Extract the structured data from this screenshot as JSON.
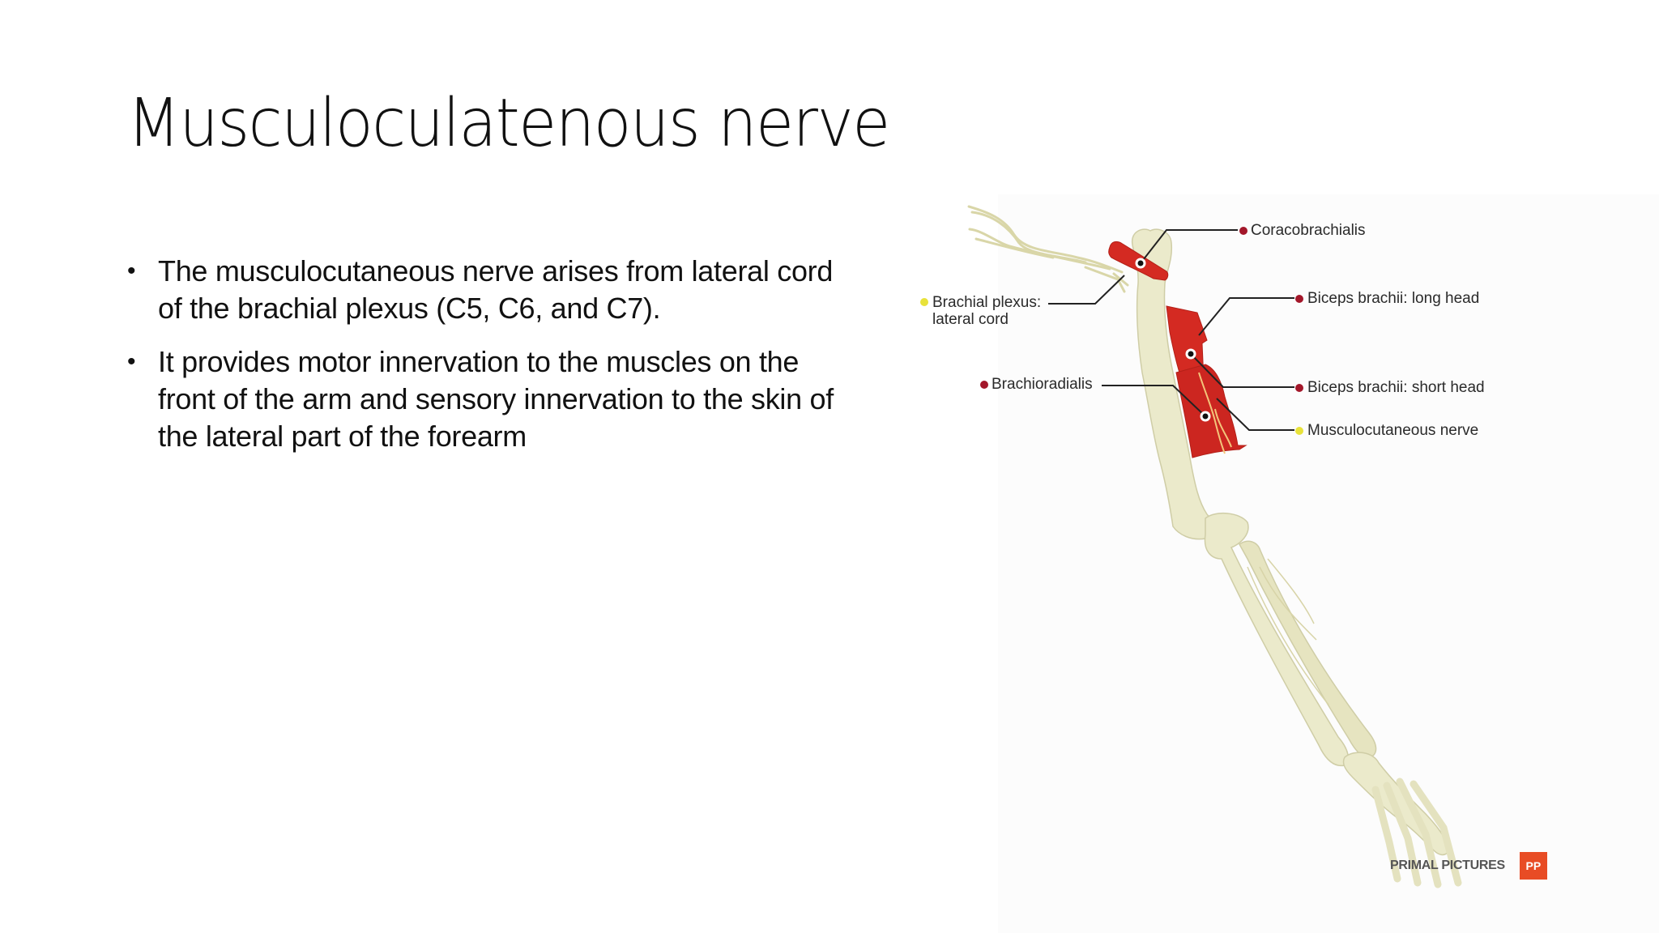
{
  "slide": {
    "title": "Musculoculatenous nerve",
    "bullets": [
      {
        "marker": "•",
        "text": "The musculocutaneous nerve arises from lateral cord of the brachial plexus (C5, C6, and C7)."
      },
      {
        "marker": "•",
        "text": "It provides motor innervation to the muscles on the front of the arm and sensory innervation to the skin of the lateral part of the forearm"
      }
    ]
  },
  "figure": {
    "labels": {
      "coracobrachialis": "Coracobrachialis",
      "brachial_plexus_line1": "Brachial plexus:",
      "brachial_plexus_line2": "lateral cord",
      "biceps_long": "Biceps brachii: long head",
      "brachioradialis": "Brachioradialis",
      "biceps_short": "Biceps brachii: short head",
      "musculocutaneous": "Musculocutaneous nerve"
    },
    "colors": {
      "muscle_marker": "#a3172a",
      "nerve_marker": "#e8e23a",
      "muscle": "#d42a22",
      "bone": "#ebeacb",
      "nerve": "#f0c070"
    },
    "watermark": {
      "text": "PRIMAL PICTURES",
      "badge": "PP",
      "badge_color": "#e84c25"
    }
  }
}
